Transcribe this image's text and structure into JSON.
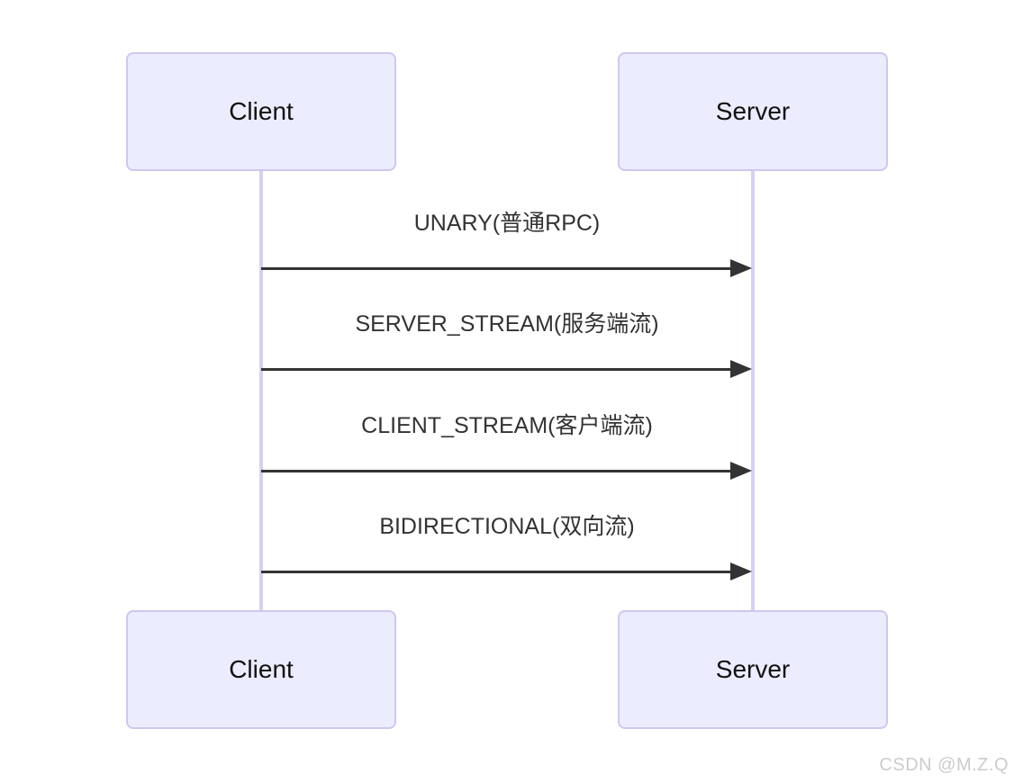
{
  "diagram": {
    "type": "sequence",
    "actors": [
      {
        "id": "client",
        "label": "Client"
      },
      {
        "id": "server",
        "label": "Server"
      }
    ],
    "messages": [
      {
        "from": "Client",
        "to": "Server",
        "arrow": "solid-filled-right",
        "label": "UNARY(普通RPC)"
      },
      {
        "from": "Client",
        "to": "Server",
        "arrow": "solid-filled-right",
        "label": "SERVER_STREAM(服务端流)"
      },
      {
        "from": "Client",
        "to": "Server",
        "arrow": "solid-filled-right",
        "label": "CLIENT_STREAM(客户端流)"
      },
      {
        "from": "Client",
        "to": "Server",
        "arrow": "solid-filled-right",
        "label": "BIDIRECTIONAL(双向流)"
      }
    ],
    "colors": {
      "background": "#ffffff",
      "actor_fill": "#ECECFF",
      "actor_border": "#CFC7F0",
      "actor_text": "#111111",
      "lifeline": "#D8D0F0",
      "arrow": "#333333",
      "message_text": "#333333"
    }
  },
  "watermark": {
    "label": "CSDN @M.Z.Q",
    "color": "#cccccc"
  }
}
